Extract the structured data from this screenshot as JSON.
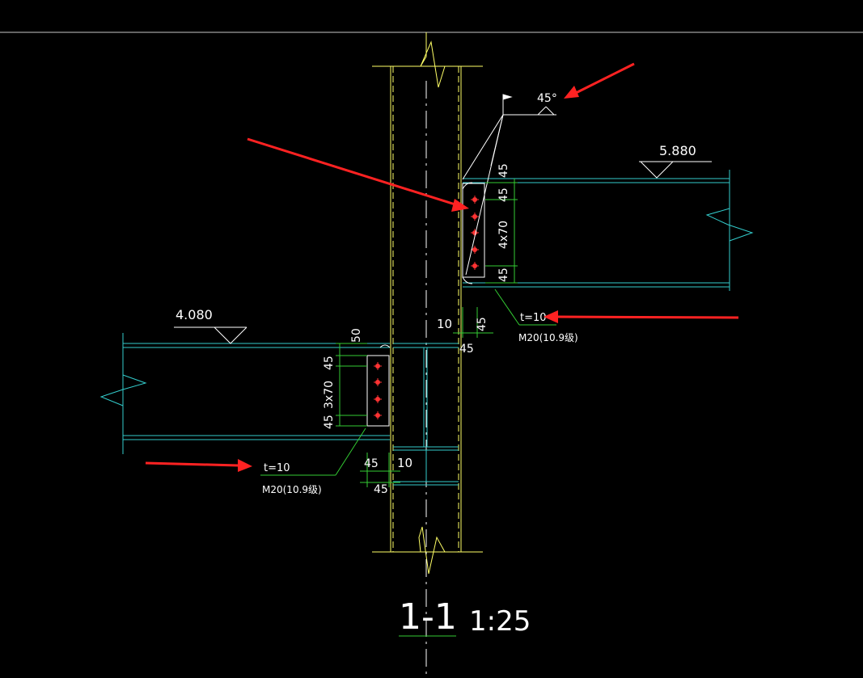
{
  "drawing": {
    "section_mark": "1-1",
    "scale": "1:25",
    "weld_angle": "45°",
    "upper_beam": {
      "elevation": "5.880",
      "bolt_spacing_label": "4x70",
      "edge_distance": "45",
      "weld_gap": "10",
      "plate_note": "t=10",
      "bolt_note": "M20(10.9级)"
    },
    "lower_beam": {
      "elevation": "4.080",
      "top_offset": "50",
      "bolt_spacing_label": "3x70",
      "edge_distance": "45",
      "weld_gap": "10",
      "plate_note": "t=10",
      "bolt_note": "M20(10.9级)"
    }
  },
  "colors": {
    "background": "#000000",
    "column": "#ffff66",
    "beam": "#33cccc",
    "dimension": "#33cc33",
    "text": "#ffffff",
    "bolt": "#ff3333",
    "arrow": "#ff2222"
  }
}
